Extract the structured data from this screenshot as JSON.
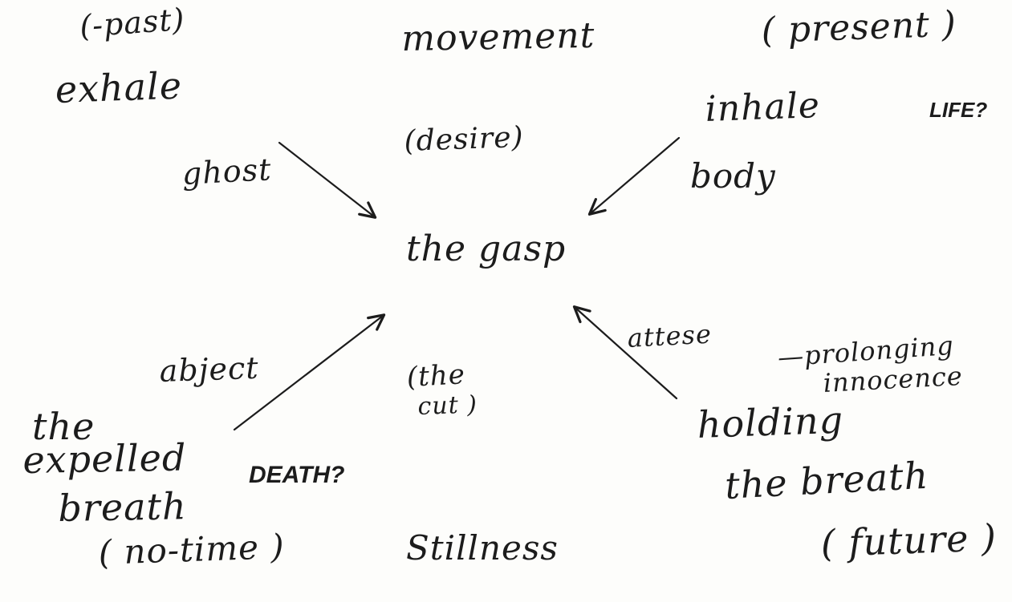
{
  "canvas": {
    "background_color": "#fdfdfb",
    "ink_color": "#1c1c1c",
    "description": "Handwritten concept map about breath centered on 'the gasp'"
  },
  "nodes": {
    "past": "(-past)",
    "movement": "movement",
    "present": "( present )",
    "exhale": "exhale",
    "inhale": "inhale",
    "life": "LIFE?",
    "desire": "(desire)",
    "ghost": "ghost",
    "body": "body",
    "the_gasp": "the gasp",
    "attese": "attese",
    "prolonging": "—prolonging",
    "innocence": "innocence",
    "abject": "abject",
    "the_cut_line1": "(the",
    "the_cut_line2": "cut )",
    "expelled_line1": "the",
    "expelled_line2": "expelled",
    "expelled_line3": "breath",
    "death": "DEATH?",
    "no_time": "( no-time )",
    "stillness": "Stillness",
    "holding": "holding",
    "the_breath": "the breath",
    "future": "( future )"
  },
  "arrows": [
    {
      "name": "arrow-exhale-to-gasp",
      "label": "ghost",
      "from": "exhale area (upper left)",
      "to": "the gasp"
    },
    {
      "name": "arrow-inhale-to-gasp",
      "label": "body",
      "from": "inhale area (upper right)",
      "to": "the gasp"
    },
    {
      "name": "arrow-expelled-breath-to-gasp",
      "label": "abject",
      "from": "the expelled breath (lower left)",
      "to": "the gasp"
    },
    {
      "name": "arrow-holding-breath-to-gasp",
      "label": "attese",
      "from": "holding the breath (lower right)",
      "to": "the gasp"
    }
  ]
}
